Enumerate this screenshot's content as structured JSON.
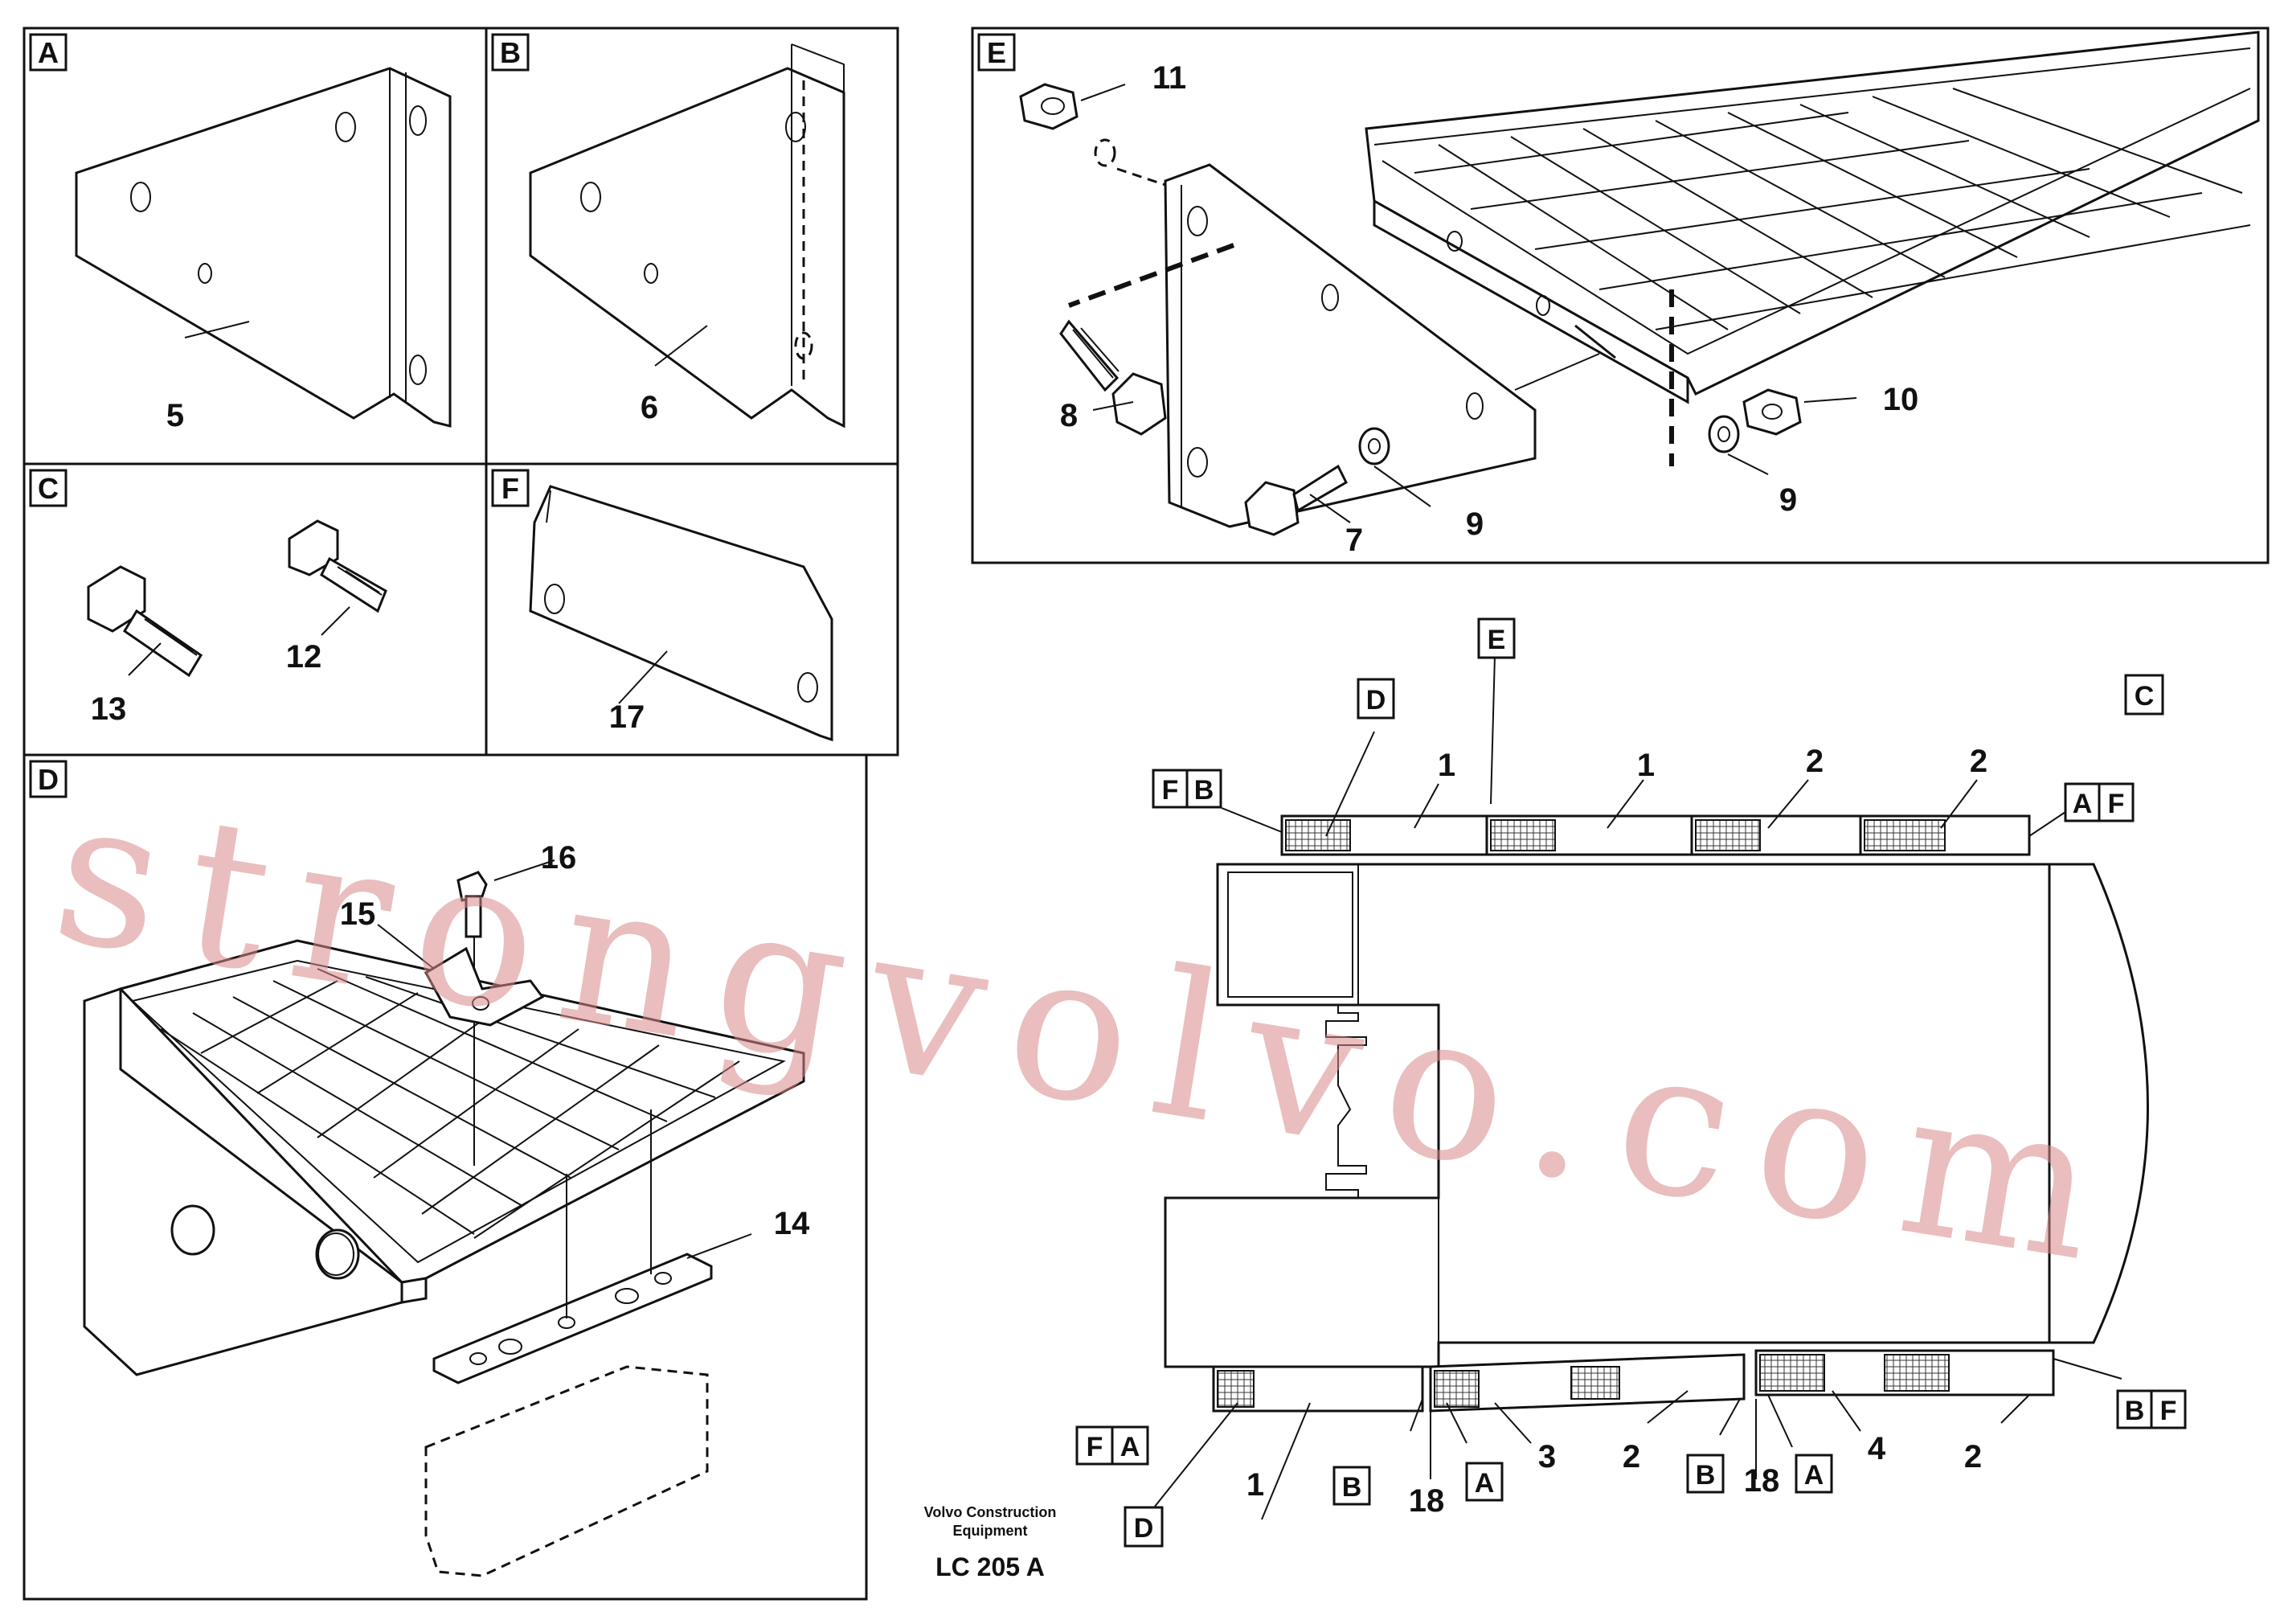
{
  "panels": {
    "A": {
      "letter": "A",
      "callouts": [
        "5"
      ]
    },
    "B": {
      "letter": "B",
      "callouts": [
        "6"
      ]
    },
    "C": {
      "letter": "C",
      "callouts": [
        "13",
        "12"
      ]
    },
    "F": {
      "letter": "F",
      "callouts": [
        "17"
      ]
    },
    "D": {
      "letter": "D",
      "callouts": [
        "16",
        "15",
        "14"
      ]
    },
    "E": {
      "letter": "E",
      "callouts": [
        "11",
        "8",
        "7",
        "9",
        "10",
        "9"
      ]
    }
  },
  "overview": {
    "top_tags": [
      "F",
      "B",
      "D",
      "E",
      "A",
      "F",
      "C"
    ],
    "top_numbers": [
      "1",
      "1",
      "2",
      "2"
    ],
    "bottom_tags": [
      "F",
      "A",
      "D",
      "B",
      "A",
      "B",
      "A",
      "B",
      "F"
    ],
    "bottom_numbers": [
      "1",
      "18",
      "3",
      "2",
      "18",
      "4",
      "2"
    ]
  },
  "footer": {
    "company_line1": "Volvo Construction",
    "company_line2": "Equipment",
    "code": "LC 205 A"
  },
  "watermark": "strongvolvo.com",
  "colors": {
    "line": "#111111",
    "watermark": "#d98a8a",
    "background": "#ffffff"
  }
}
